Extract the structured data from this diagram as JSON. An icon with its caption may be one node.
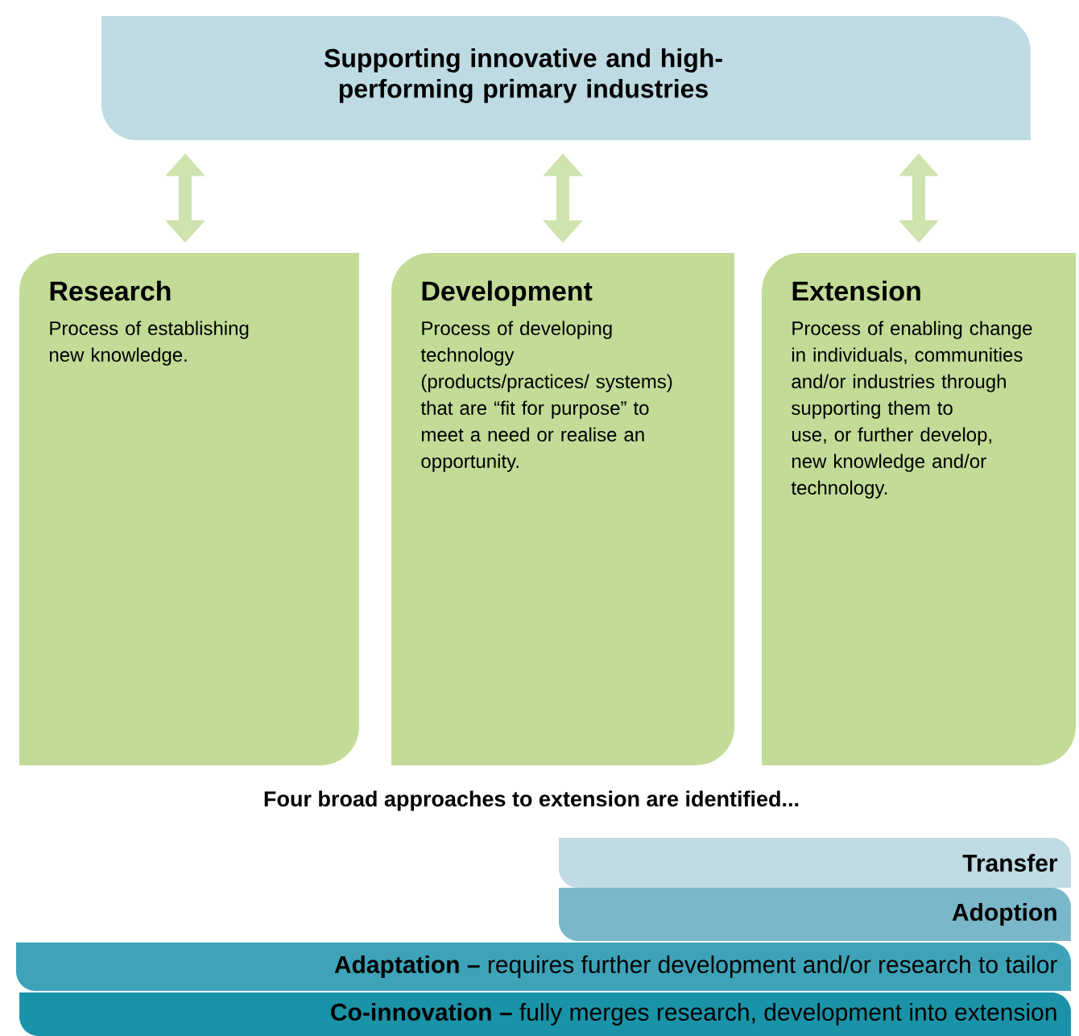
{
  "diagram": {
    "nodes": [
      {
        "text": [
          "Supporting innovative and high-performing primary industries"
        ]
      },
      {
        "text": [
          "Research",
          "Process of establishing new knowledge."
        ]
      },
      {
        "text": [
          "Development",
          "Process of developing technology (products/practices/ systems) that are “fit for purpose” to meet a need or realise an opportunity."
        ]
      },
      {
        "text": [
          "Extension",
          "Process of enabling change in individuals, communities and/or industries through supporting them to use, or further develop, new knowledge and/or technology."
        ]
      },
      {
        "text": [
          "Transfer"
        ]
      },
      {
        "text": [
          "Adoption"
        ]
      },
      {
        "text": [
          "**Adaptation –** requires further development and/or research to tailor"
        ]
      },
      {
        "text": [
          "**Co-innovation –** fully merges research, development into extension"
        ]
      }
    ],
    "edges": [
      {
        "from": 0,
        "to": 1,
        "arrow": "both"
      },
      {
        "from": 0,
        "to": 2,
        "arrow": "both"
      },
      {
        "from": 0,
        "to": 3,
        "arrow": "both"
      }
    ],
    "labels": [
      "Four broad approaches to extension are identified..."
    ]
  }
}
